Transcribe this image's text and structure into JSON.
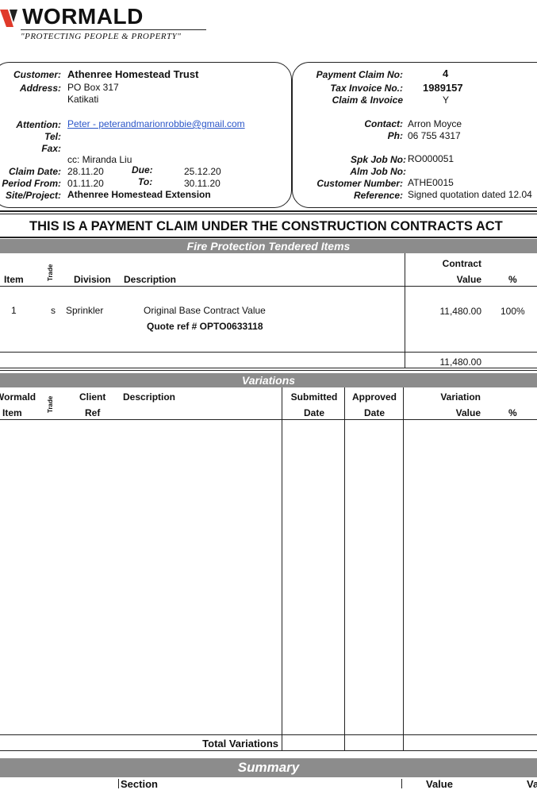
{
  "header": {
    "brand": "WORMALD",
    "tagline": "\"PROTECTING PEOPLE & PROPERTY\""
  },
  "customer": {
    "customer_label": "Customer:",
    "customer_value": "Athenree Homestead Trust",
    "address_label": "Address:",
    "address_line1": "PO Box 317",
    "address_line2": "Katikati",
    "attention_label": "Attention:",
    "attention_value": "Peter - peterandmarionrobbie@gmail.com",
    "tel_label": "Tel:",
    "fax_label": "Fax:",
    "cc_value": "cc: Miranda Liu",
    "claim_date_label": "Claim Date:",
    "claim_date_value": "28.11.20",
    "due_label": "Due:",
    "due_value": "25.12.20",
    "period_from_label": "Period From:",
    "period_from_value": "01.11.20",
    "to_label": "To:",
    "to_value": "30.11.20",
    "site_label": "Site/Project:",
    "site_value": "Athenree Homestead Extension"
  },
  "claim": {
    "payment_claim_label": "Payment Claim No:",
    "payment_claim_value": "4",
    "tax_invoice_label": "Tax Invoice No.:",
    "tax_invoice_value": "1989157",
    "claim_invoice_label": "Claim & Invoice",
    "claim_invoice_value": "Y",
    "contact_label": "Contact:",
    "contact_value": "Arron Moyce",
    "ph_label": "Ph:",
    "ph_value": "06 755 4317",
    "spk_label": "Spk Job No:",
    "spk_value": "RO000051",
    "alm_label": "Alm Job No:",
    "custnum_label": "Customer Number:",
    "custnum_value": "ATHE0015",
    "reference_label": "Reference:",
    "reference_value": "Signed quotation dated 12.04"
  },
  "banner": "THIS IS A PAYMENT CLAIM UNDER THE CONSTRUCTION CONTRACTS ACT",
  "tendered": {
    "title": "Fire Protection Tendered Items",
    "headers": {
      "item": "Item",
      "trade": "Trade",
      "division": "Division",
      "description": "Description",
      "contract": "Contract",
      "value": "Value",
      "percent": "%"
    },
    "rows": [
      {
        "item": "1",
        "trade": "s",
        "division": "Sprinkler",
        "description": "Original Base Contract Value",
        "ref": "Quote ref # OPTO0633118",
        "value": "11,480.00",
        "percent": "100%"
      }
    ],
    "total": "11,480.00"
  },
  "variations": {
    "title": "Variations",
    "headers": {
      "wormald": "Wormald",
      "item": "Item",
      "trade": "Trade",
      "client": "Client",
      "ref": "Ref",
      "description": "Description",
      "submitted": "Submitted",
      "approved": "Approved",
      "date": "Date",
      "variation": "Variation",
      "value": "Value",
      "percent": "%"
    },
    "total_label": "Total Variations"
  },
  "summary": {
    "title": "Summary",
    "headers": {
      "section": "Section",
      "value": "Value",
      "va": "Va"
    }
  }
}
